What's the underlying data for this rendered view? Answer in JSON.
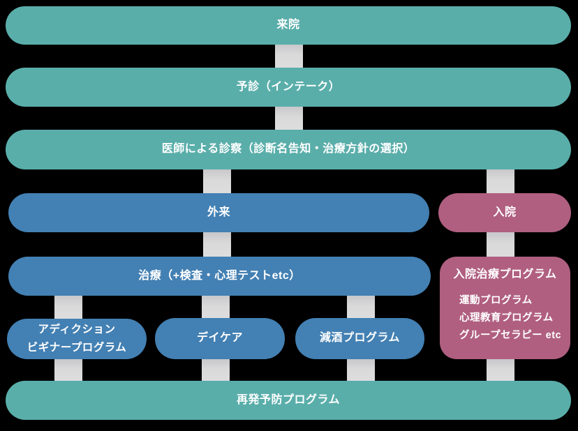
{
  "colors": {
    "background": "#000000",
    "teal": "#5AAEAA",
    "blue": "#4380B3",
    "magenta": "#B05F80",
    "connector": "#D9D9D9",
    "text": "#FFFFFF"
  },
  "flow": {
    "visit": "来院",
    "intake": "予診（インテーク）",
    "doctor_exam": "医師による診察（診断名告知・治療方針の選択）",
    "outpatient": "外来",
    "inpatient": "入院",
    "treatment": "治療（+検査・心理テストetc）",
    "inpatient_program": {
      "title": "入院治療プログラム",
      "items": [
        "運動プログラム",
        "心理教育プログラム",
        "グループセラピー etc"
      ]
    },
    "addiction_beginner": {
      "line1": "アディクション",
      "line2": "ビギナープログラム"
    },
    "daycare": "デイケア",
    "reduced_drinking": "減酒プログラム",
    "relapse_prevention": "再発予防プログラム"
  }
}
